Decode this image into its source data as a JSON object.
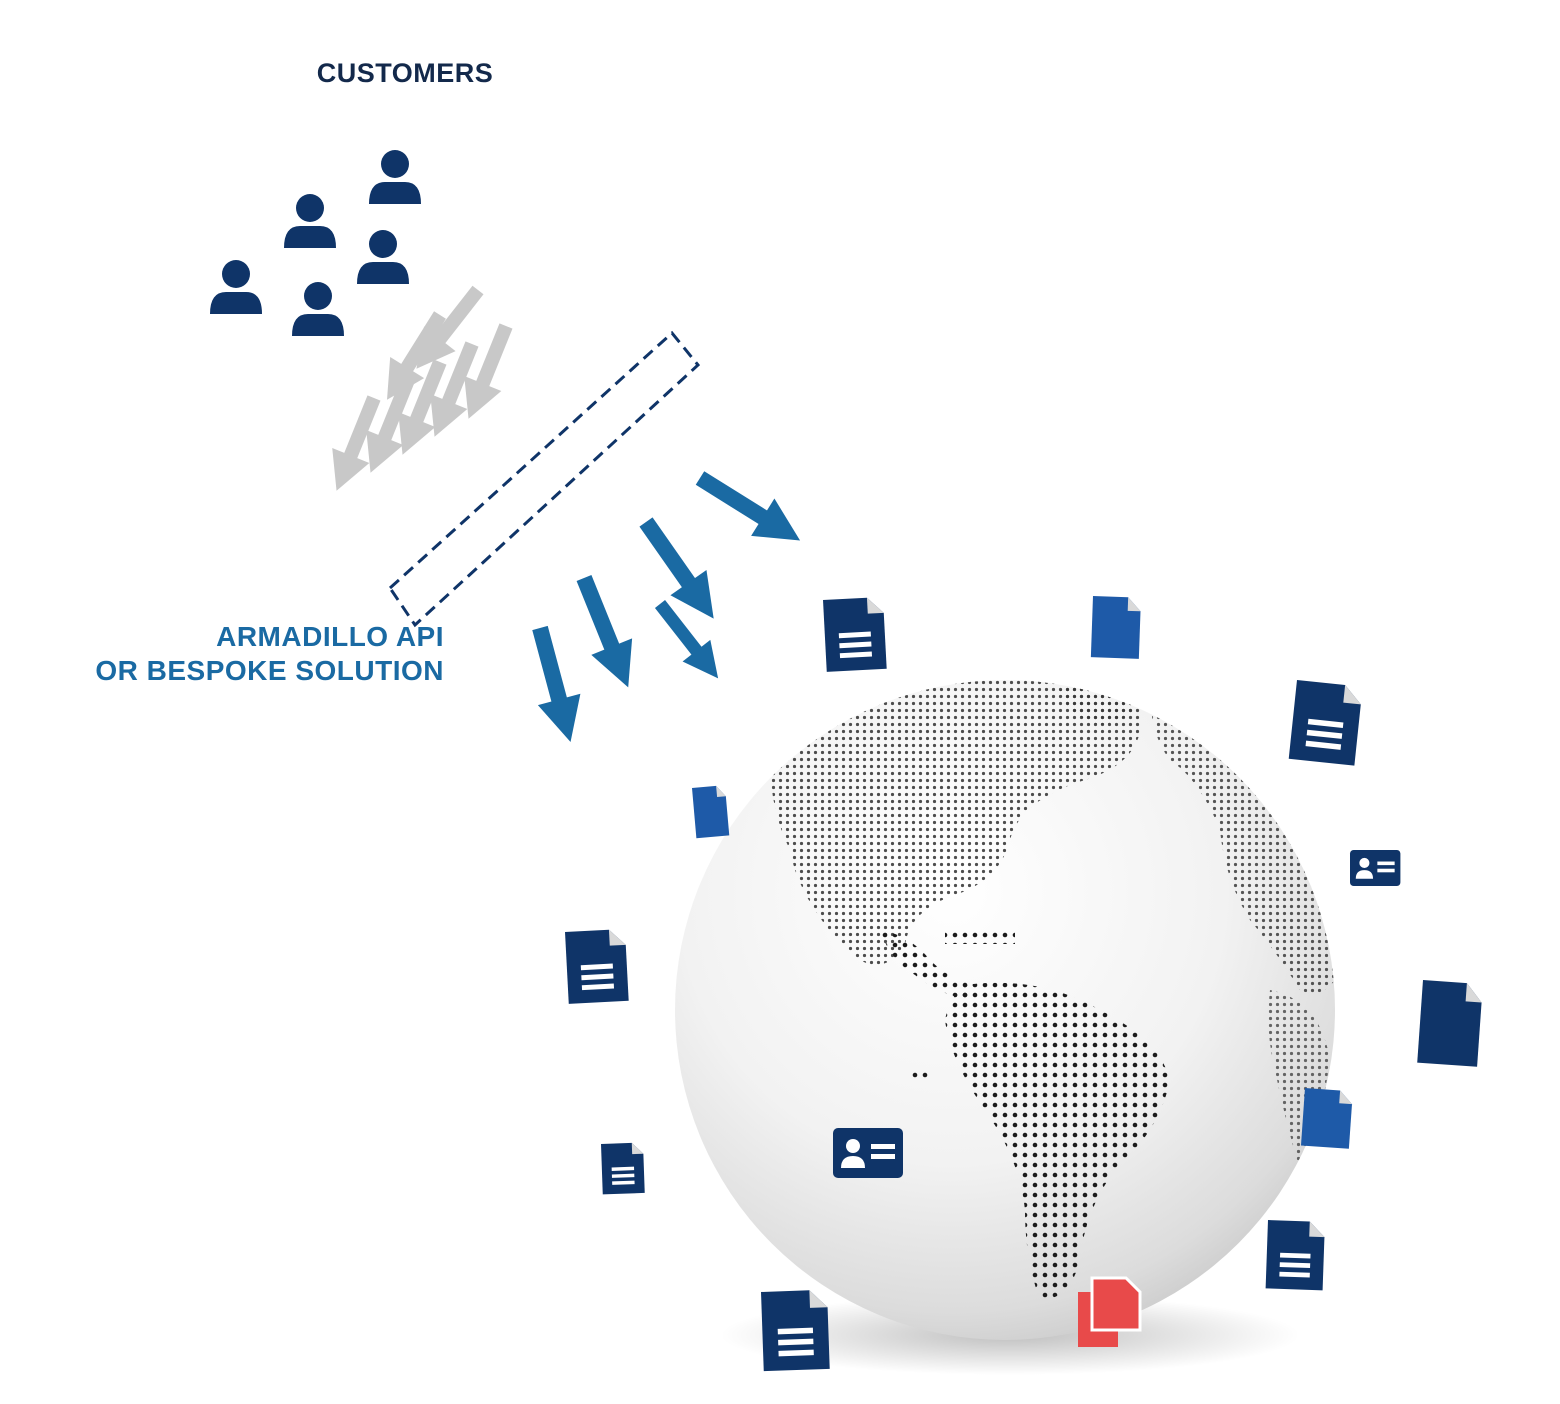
{
  "labels": {
    "customers": "CUSTOMERS",
    "api_line1": "ARMADILLO API",
    "api_line2": "OR BESPOKE SOLUTION"
  },
  "icons": {
    "customer": "user-icon",
    "incoming_arrow": "arrow-icon",
    "filter": "dashed-box-icon",
    "globe": "globe-icon",
    "document": "document-icon",
    "id_card": "id-card-icon",
    "duplicate": "duplicate-document-icon"
  },
  "colors": {
    "navy": "#0f3468",
    "blue": "#1a6aa3",
    "bright_blue": "#1e5aa8",
    "gray_arrow": "#c8c8c8",
    "red": "#e84a4a"
  }
}
